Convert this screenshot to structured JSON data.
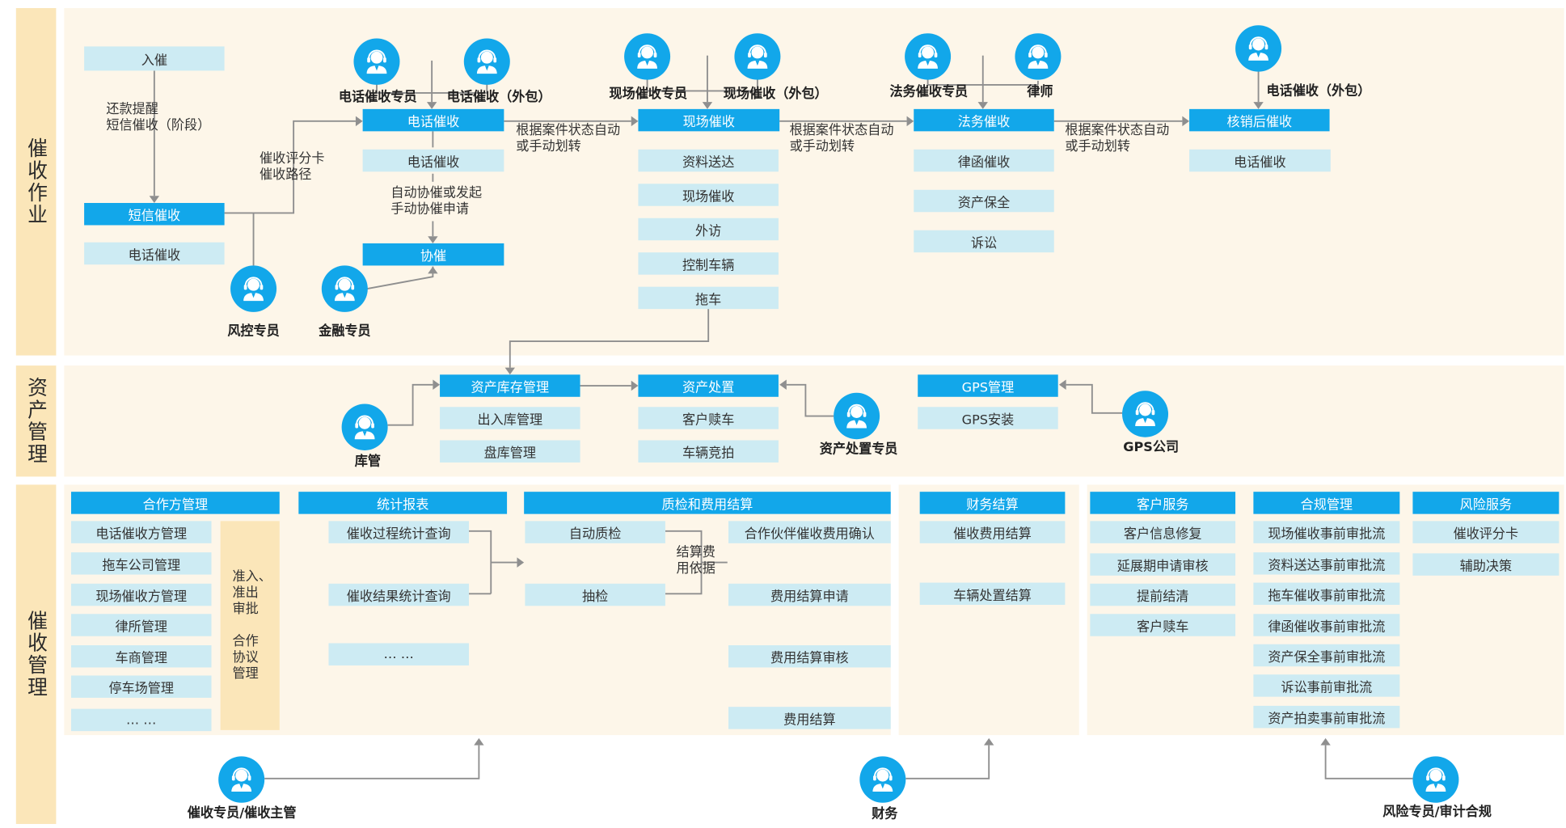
{
  "sections": {
    "ops": "催收作业",
    "asset": "资产管理",
    "mgmt": "催收管理"
  },
  "ops": {
    "entry": "入催",
    "note_remind": "还款提醒\n短信催收（阶段）",
    "sms_head": "短信催收",
    "sms_sub": "电话催收",
    "note_score": "催收评分卡\n催收路径",
    "phone_head": "电话催收",
    "phone_sub": "电话催收",
    "note_assist": "自动协催或发起\n手动协催申请",
    "assist_head": "协催",
    "note_transfer1": "根据案件状态自动\n或手动划转",
    "field_head": "现场催收",
    "field_items": [
      "资料送达",
      "现场催收",
      "外访",
      "控制车辆",
      "拖车"
    ],
    "note_transfer2": "根据案件状态自动\n或手动划转",
    "legal_head": "法务催收",
    "legal_items": [
      "律函催收",
      "资产保全",
      "诉讼"
    ],
    "note_transfer3": "根据案件状态自动\n或手动划转",
    "writeoff_head": "核销后催收",
    "writeoff_sub": "电话催收"
  },
  "roles": {
    "phone_staff": "电话催收专员",
    "phone_outsource": "电话催收（外包）",
    "field_staff": "现场催收专员",
    "field_outsource": "现场催收（外包）",
    "legal_staff": "法务催收专员",
    "lawyer": "律师",
    "writeoff_outsource": "电话催收（外包）",
    "risk_staff": "风控专员",
    "finance_staff": "金融专员",
    "warehouse": "库管",
    "disposal_staff": "资产处置专员",
    "gps_company": "GPS公司",
    "collector": "催收专员/催收主管",
    "finance": "财务",
    "audit": "风险专员/审计合规"
  },
  "asset": {
    "inventory_head": "资产库存管理",
    "inventory_items": [
      "出入库管理",
      "盘库管理"
    ],
    "disposal_head": "资产处置",
    "disposal_items": [
      "客户赎车",
      "车辆竞拍"
    ],
    "gps_head": "GPS管理",
    "gps_items": [
      "GPS安装"
    ]
  },
  "mgmt": {
    "partner_head": "合作方管理",
    "partner_items": [
      "电话催收方管理",
      "拖车公司管理",
      "现场催收方管理",
      "律所管理",
      "车商管理",
      "停车场管理",
      "… …"
    ],
    "partner_note": "准入、\n准出\n审批\n\n合作\n协议\n管理",
    "report_head": "统计报表",
    "report_items": [
      "催收过程统计查询",
      "催收结果统计查询",
      "… …"
    ],
    "qc_head": "质检和费用结算",
    "qc_left": [
      "自动质检",
      "抽检"
    ],
    "qc_note": "结算费\n用依据",
    "qc_right": [
      "合作伙伴催收费用确认",
      "费用结算申请",
      "费用结算审核",
      "费用结算"
    ],
    "settle_head": "财务结算",
    "settle_items": [
      "催收费用结算",
      "车辆处置结算"
    ],
    "service_head": "客户服务",
    "service_items": [
      "客户信息修复",
      "延展期申请审核",
      "提前结清",
      "客户赎车"
    ],
    "compliance_head": "合规管理",
    "compliance_items": [
      "现场催收事前审批流",
      "资料送达事前审批流",
      "拖车催收事前审批流",
      "律函催收事前审批流",
      "资产保全事前审批流",
      "诉讼事前审批流",
      "资产拍卖事前审批流"
    ],
    "risk_head": "风险服务",
    "risk_items": [
      "催收评分卡",
      "辅助决策"
    ]
  },
  "colors": {
    "header_blue": "#12a7ea",
    "sub_blue": "#cdebf3",
    "panel": "#fdf6e9",
    "label_bg": "#fbe6b9",
    "line": "#8f8f8f"
  },
  "icon_name": "person-headset-icon"
}
